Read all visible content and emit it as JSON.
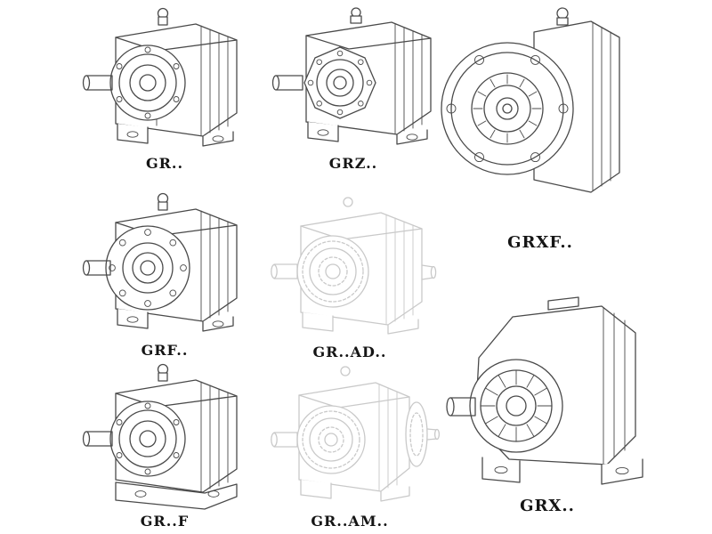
{
  "page": {
    "background": "#ffffff",
    "line_color": "#4a4a4a",
    "faded_line_color": "#c9c9c9",
    "label_color": "#151515"
  },
  "figures": [
    {
      "id": "gr",
      "label": "GR..",
      "style": "solid"
    },
    {
      "id": "grz",
      "label": "GRZ..",
      "style": "solid"
    },
    {
      "id": "grxf",
      "label": "GRXF..",
      "style": "solid"
    },
    {
      "id": "grf",
      "label": "GRF..",
      "style": "solid"
    },
    {
      "id": "gr-ad",
      "label": "GR..AD..",
      "style": "faded"
    },
    {
      "id": "gr-f",
      "label": "GR..F",
      "style": "solid"
    },
    {
      "id": "gr-am",
      "label": "GR..AM..",
      "style": "faded"
    },
    {
      "id": "grx",
      "label": "GRX..",
      "style": "solid"
    }
  ]
}
